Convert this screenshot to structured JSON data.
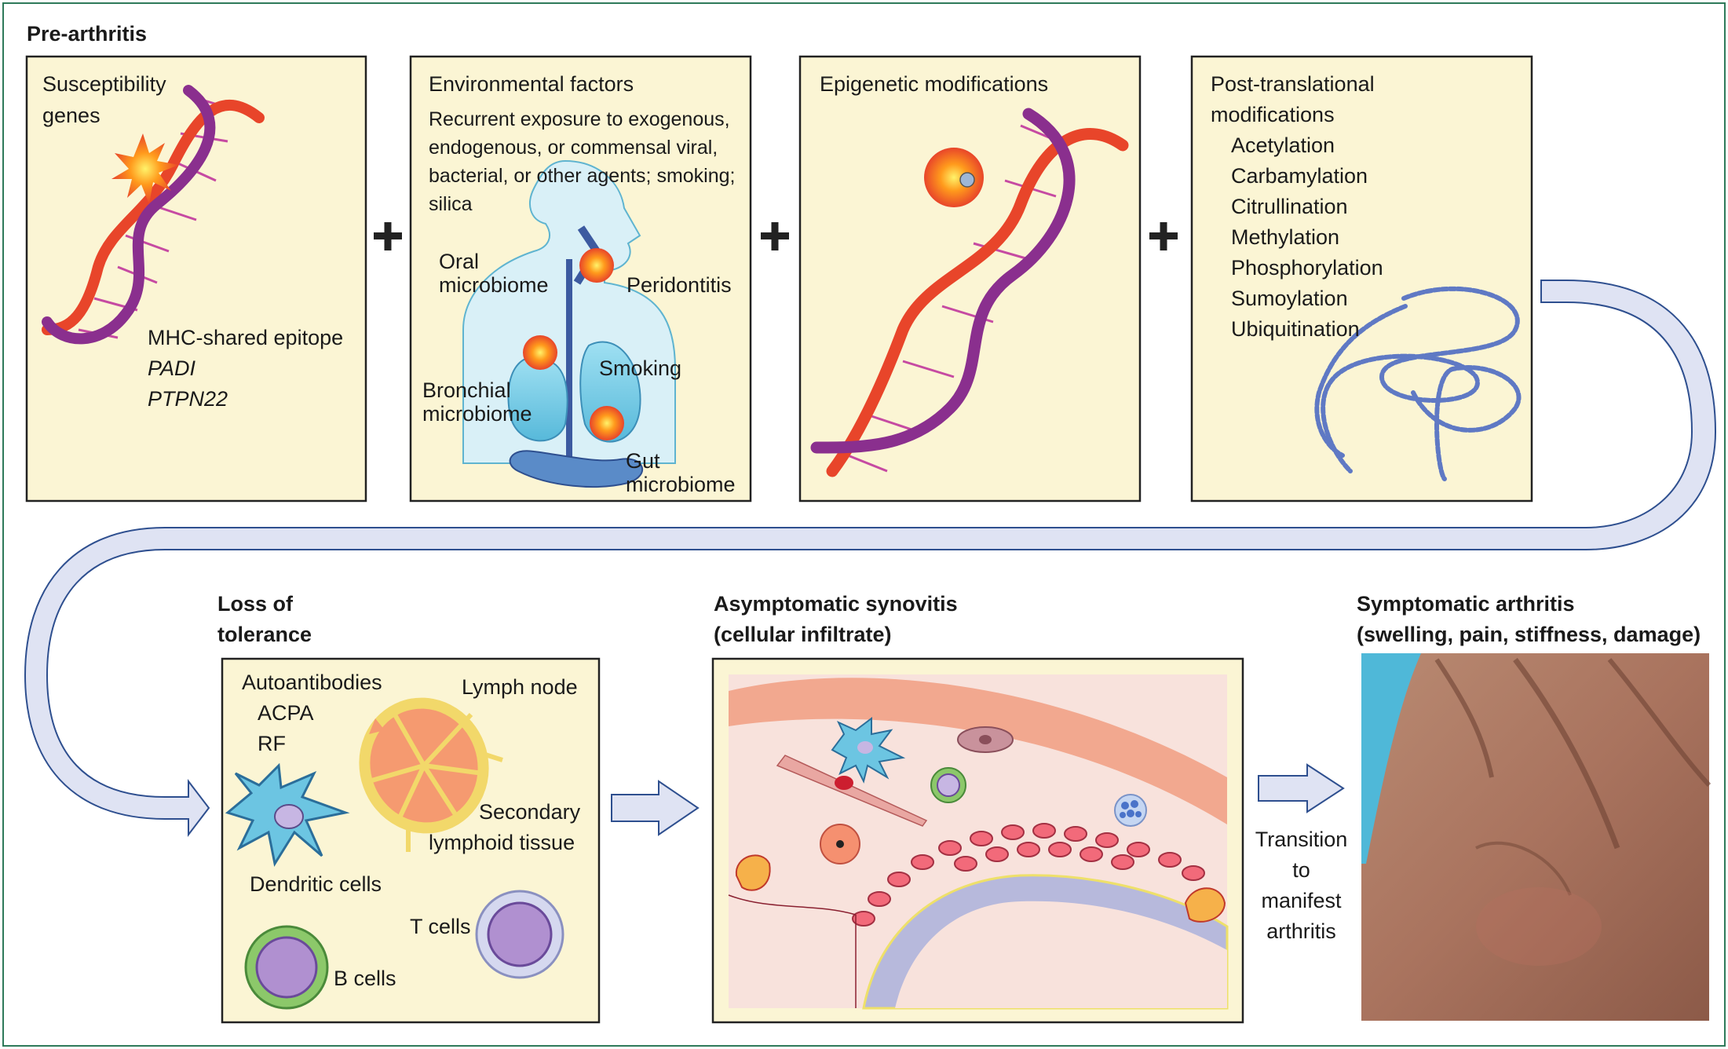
{
  "pre_arthritis": {
    "heading": "Pre-arthritis",
    "plus": "+",
    "genes": {
      "title_line1": "Susceptibility",
      "title_line2": "genes",
      "items": [
        "MHC-shared epitope",
        "PADI",
        "PTPN22"
      ]
    },
    "environment": {
      "title": "Environmental factors",
      "description": [
        "Recurrent exposure to exogenous,",
        "endogenous, or commensal viral,",
        "bacterial, or other agents; smoking;",
        "silica"
      ],
      "oral_line1": "Oral",
      "oral_line2": "microbiome",
      "peridontitis": "Peridontitis",
      "smoking": "Smoking",
      "bronchial_line1": "Bronchial",
      "bronchial_line2": "microbiome",
      "gut_line1": "Gut",
      "gut_line2": "microbiome"
    },
    "epigenetic": {
      "title": "Epigenetic modifications"
    },
    "post_translational": {
      "title_line1": "Post-translational",
      "title_line2": "modifications",
      "items": [
        "Acetylation",
        "Carbamylation",
        "Citrullination",
        "Methylation",
        "Phosphorylation",
        "Sumoylation",
        "Ubiquitination"
      ]
    }
  },
  "loss_of_tolerance": {
    "heading_line1": "Loss of",
    "heading_line2": "tolerance",
    "autoantibodies": "Autoantibodies",
    "acpa": "ACPA",
    "rf": "RF",
    "lymph_node": "Lymph node",
    "secondary_line1": "Secondary",
    "secondary_line2": "lymphoid tissue",
    "dendritic_cells": "Dendritic cells",
    "t_cells": "T cells",
    "b_cells": "B cells"
  },
  "synovitis": {
    "heading_line1": "Asymptomatic synovitis",
    "heading_line2": "(cellular infiltrate)"
  },
  "transition": {
    "lines": [
      "Transition",
      "to",
      "manifest",
      "arthritis"
    ]
  },
  "symptomatic": {
    "heading_line1": "Symptomatic arthritis",
    "heading_line2": "(swelling, pain, stiffness, damage)"
  },
  "colors": {
    "panel_fill": "#fbf5d4",
    "arrow_fill": "#dfe3f3",
    "arrow_stroke": "#2e4f8f",
    "dna_purple": "#8a2f8e",
    "dna_red": "#e8452a",
    "starburst": "#f7a21b",
    "lung_blue": "#7fd0e8",
    "frame_green": "#2f7a5a"
  }
}
